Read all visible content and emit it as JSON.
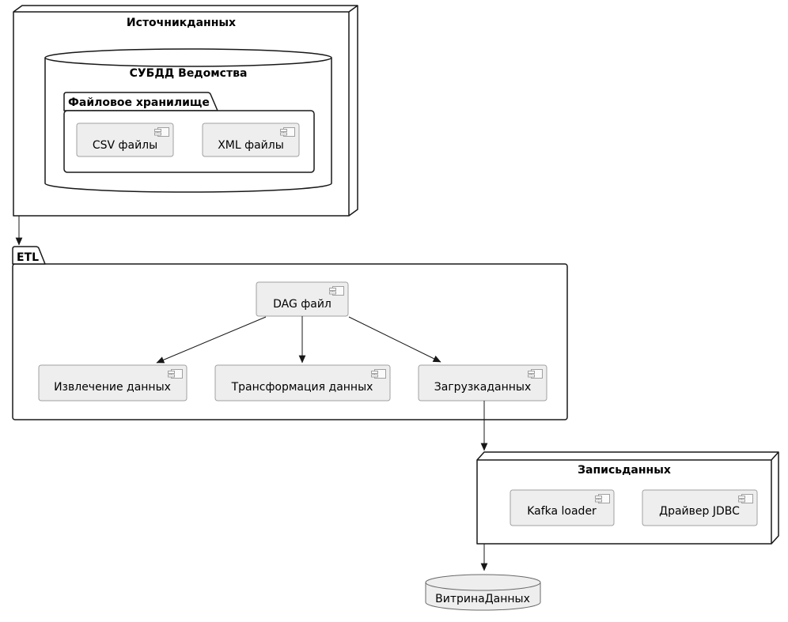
{
  "diagram": {
    "source": {
      "title": "Источникданных",
      "database": {
        "title": "СУБДД Ведомства",
        "folder": {
          "title": "Файловое хранилище",
          "components": [
            "CSV файлы",
            "XML файлы"
          ]
        }
      }
    },
    "etl": {
      "title": "ETL",
      "orchestrator": "DAG файл",
      "steps": [
        "Извлечение данных",
        "Трансформация данных",
        "Загрузкаданных"
      ]
    },
    "write": {
      "title": "Записьданных",
      "components": [
        "Kafka loader",
        "Драйвер JDBC"
      ]
    },
    "datamart": "ВитринаДанных",
    "colors": {
      "container_border": "#181818",
      "component_fill": "#EEEEEE",
      "component_border": "#A0A0A0",
      "cylinder_fill": "#EEEEEE",
      "cylinder_border": "#696969",
      "arrow": "#181818"
    }
  }
}
